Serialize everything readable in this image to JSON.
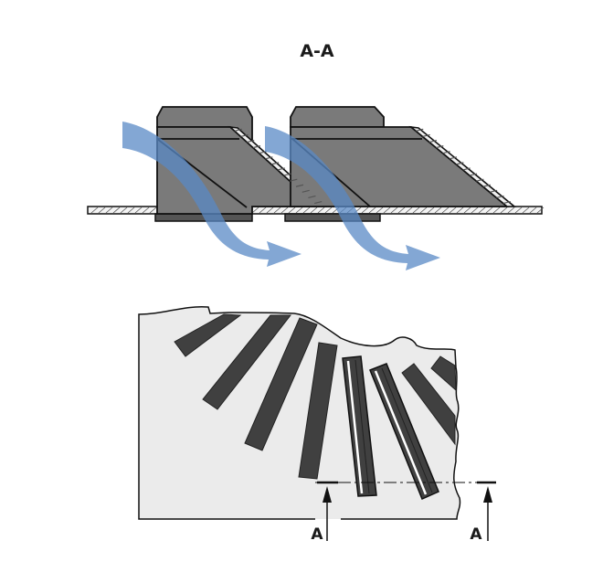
{
  "title": "A-A",
  "section_labels": {
    "left": "A",
    "right": "A"
  },
  "colors": {
    "block": "#7a7a7a",
    "bar": "#404040",
    "plate": "#ebebeb",
    "airflow": "#5a8ac6",
    "outline": "#111111"
  }
}
